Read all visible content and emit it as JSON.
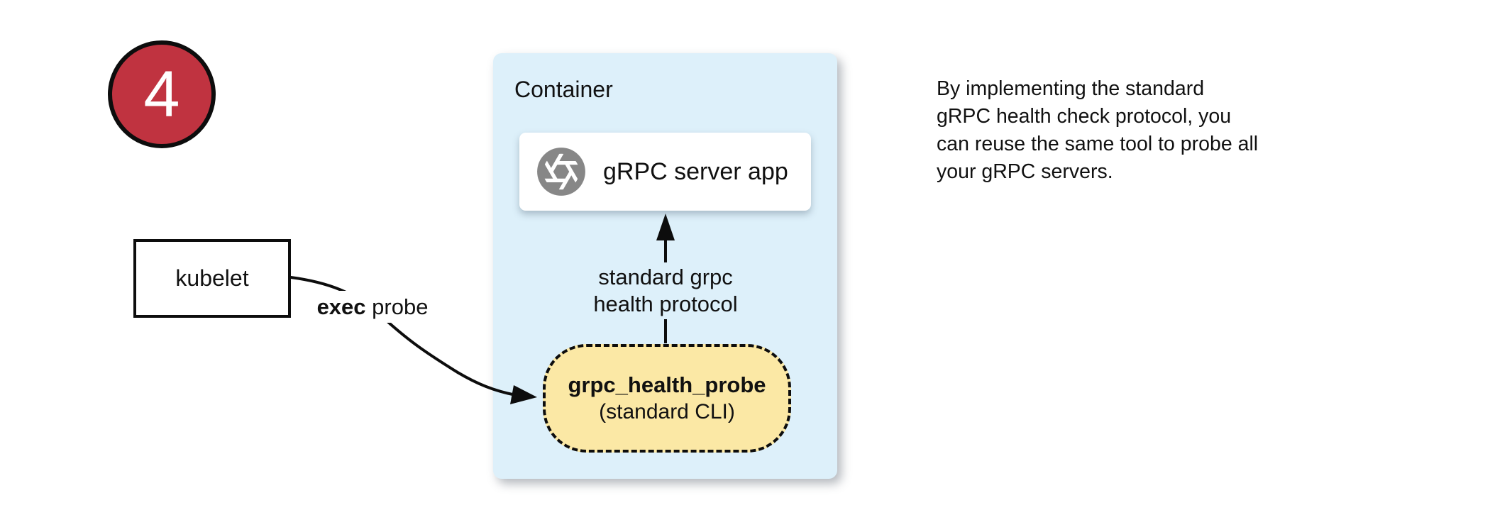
{
  "colors": {
    "badge-red": "#c03340",
    "container-blue": "#ddf0fa",
    "probe-yellow": "#fbe8a5",
    "icon-gray": "#878787"
  },
  "badge": {
    "number": "4"
  },
  "kubelet": {
    "label": "kubelet"
  },
  "exec": {
    "bold": "exec",
    "rest": " probe"
  },
  "container": {
    "title": "Container"
  },
  "grpc_server": {
    "label": "gRPC server app",
    "icon": "aperture-icon"
  },
  "protocol": {
    "line1": "standard grpc",
    "line2": "health protocol"
  },
  "probe": {
    "title": "grpc_health_probe",
    "subtitle": "(standard CLI)"
  },
  "note": {
    "lines": [
      "By implementing the standard",
      "gRPC health check protocol, you",
      "can reuse the same tool to probe all",
      "your gRPC servers."
    ]
  }
}
